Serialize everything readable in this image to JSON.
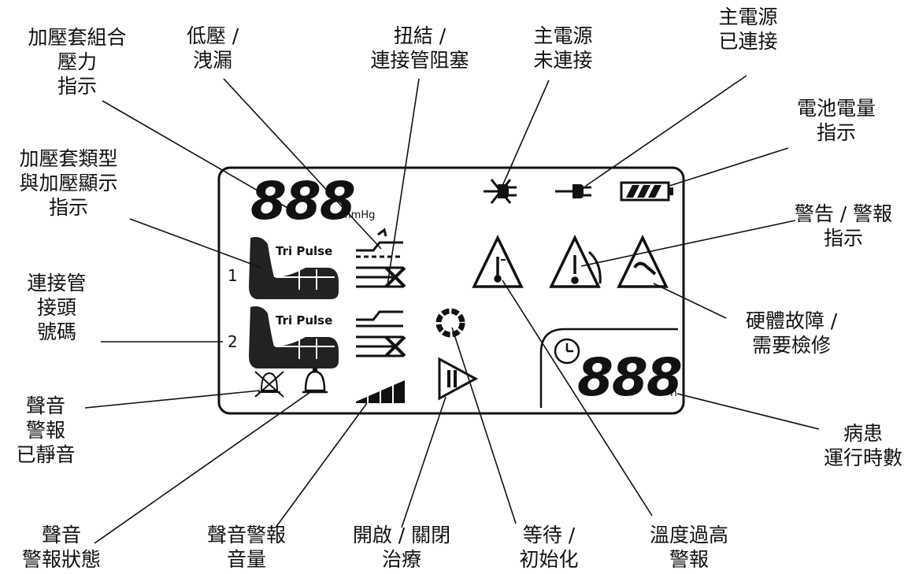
{
  "lcd": {
    "pressure_digits": "888",
    "pressure_unit": "mmHg",
    "runtime_digits": "888",
    "runtime_unit": "h",
    "port1_number": "1",
    "port2_number": "2",
    "garment_brand": "Tri Pulse"
  },
  "labels": {
    "garment_pressure": [
      "加壓套組合",
      "壓力",
      "指示"
    ],
    "low_pressure_leak": [
      "低壓 /",
      "洩漏"
    ],
    "kink_blocked": [
      "扭結 /",
      "連接管阻塞"
    ],
    "mains_disconnected": [
      "主電源",
      "未連接"
    ],
    "mains_connected": [
      "主電源",
      "已連接"
    ],
    "battery_level": [
      "電池電量",
      "指示"
    ],
    "garment_type": [
      "加壓套類型",
      "與加壓顯示",
      "指示"
    ],
    "warning_alarm": [
      "警告 / 警報",
      "指示"
    ],
    "tubing_connector": [
      "連接管",
      "接頭",
      "號碼"
    ],
    "hardware_fault": [
      "硬體故障 /",
      "需要檢修"
    ],
    "alarm_muted": [
      "聲音",
      "警報",
      "已靜音"
    ],
    "patient_runtime": [
      "病患",
      "運行時數"
    ],
    "alarm_state": [
      "聲音",
      "警報狀態"
    ],
    "alarm_volume": [
      "聲音警報",
      "音量"
    ],
    "therapy_onoff": [
      "開啟 / 關閉",
      "治療"
    ],
    "standby_init": [
      "等待 /",
      "初始化"
    ],
    "over_temperature": [
      "溫度過高",
      "警報"
    ]
  }
}
